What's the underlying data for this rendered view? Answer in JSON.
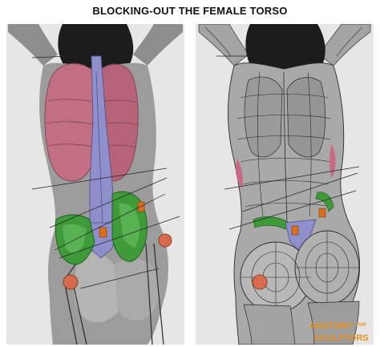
{
  "title": "BLOCKING-OUT THE FEMALE TORSO",
  "logo": {
    "line1": "ANATOMY",
    "small": "FOR",
    "line2": "SCULPTORS"
  },
  "colors": {
    "ribcage": "#c76a82",
    "spine": "#8f8fcc",
    "pelvis": "#3f9a3a",
    "joint": "#d86a4c",
    "connector": "#d9701f",
    "skin": "#9a9a9a",
    "hair": "#1c1c1c",
    "logo": "#e8901c"
  }
}
